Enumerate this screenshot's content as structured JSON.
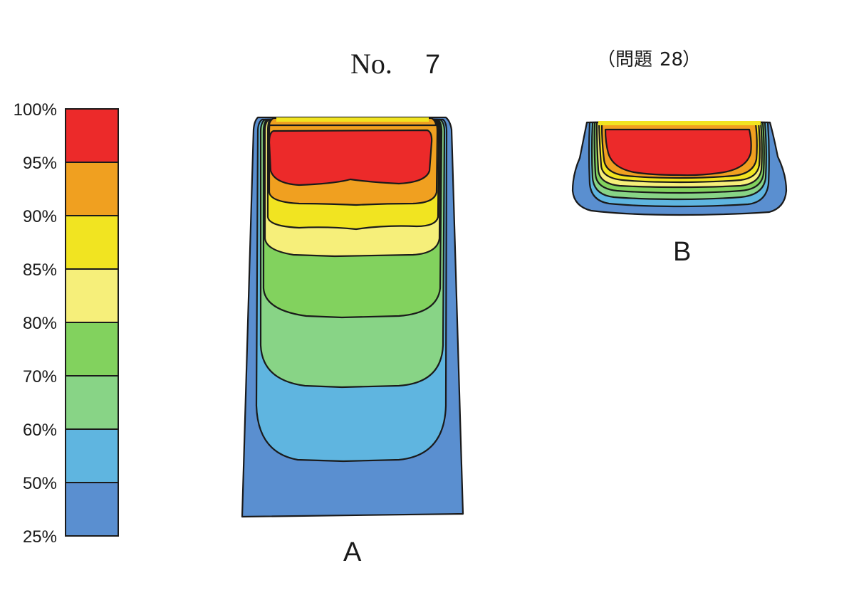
{
  "header": {
    "no_prefix": "No.",
    "no_number": "7",
    "problem_ref": "（問題",
    "problem_num": "28",
    "problem_close": "）"
  },
  "legend": {
    "ticks": [
      "100%",
      "95%",
      "90%",
      "85%",
      "80%",
      "70%",
      "60%",
      "50%",
      "25%"
    ],
    "bands": [
      {
        "from": 95,
        "to": 100,
        "color": "#ec2a2a"
      },
      {
        "from": 90,
        "to": 95,
        "color": "#f0a020"
      },
      {
        "from": 85,
        "to": 90,
        "color": "#f1e421"
      },
      {
        "from": 80,
        "to": 85,
        "color": "#f6ef7a"
      },
      {
        "from": 70,
        "to": 80,
        "color": "#82d25e"
      },
      {
        "from": 60,
        "to": 70,
        "color": "#88d486"
      },
      {
        "from": 50,
        "to": 60,
        "color": "#5fb5e0"
      },
      {
        "from": 25,
        "to": 50,
        "color": "#5a8fd0"
      }
    ]
  },
  "figures": {
    "a_label": "A",
    "b_label": "B"
  }
}
